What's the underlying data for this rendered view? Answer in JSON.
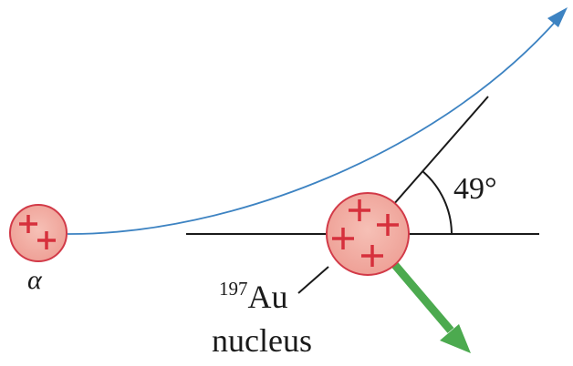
{
  "alpha_particle": {
    "label": "α"
  },
  "nucleus": {
    "mass_number": "197",
    "symbol": "Au",
    "caption": "nucleus"
  },
  "angle": {
    "value_label": "49°",
    "degrees": 49
  },
  "colors": {
    "charge_fill": "#f0aaa0",
    "charge_stroke": "#d23a48",
    "plus_sign": "#d6303c",
    "trajectory": "#3d83c2",
    "recoil_arrow": "#4caa4f",
    "lines": "#1a1a1a"
  },
  "icons": {
    "plus": "plus-sign-icon",
    "arrow_head": "arrow-head-icon"
  }
}
